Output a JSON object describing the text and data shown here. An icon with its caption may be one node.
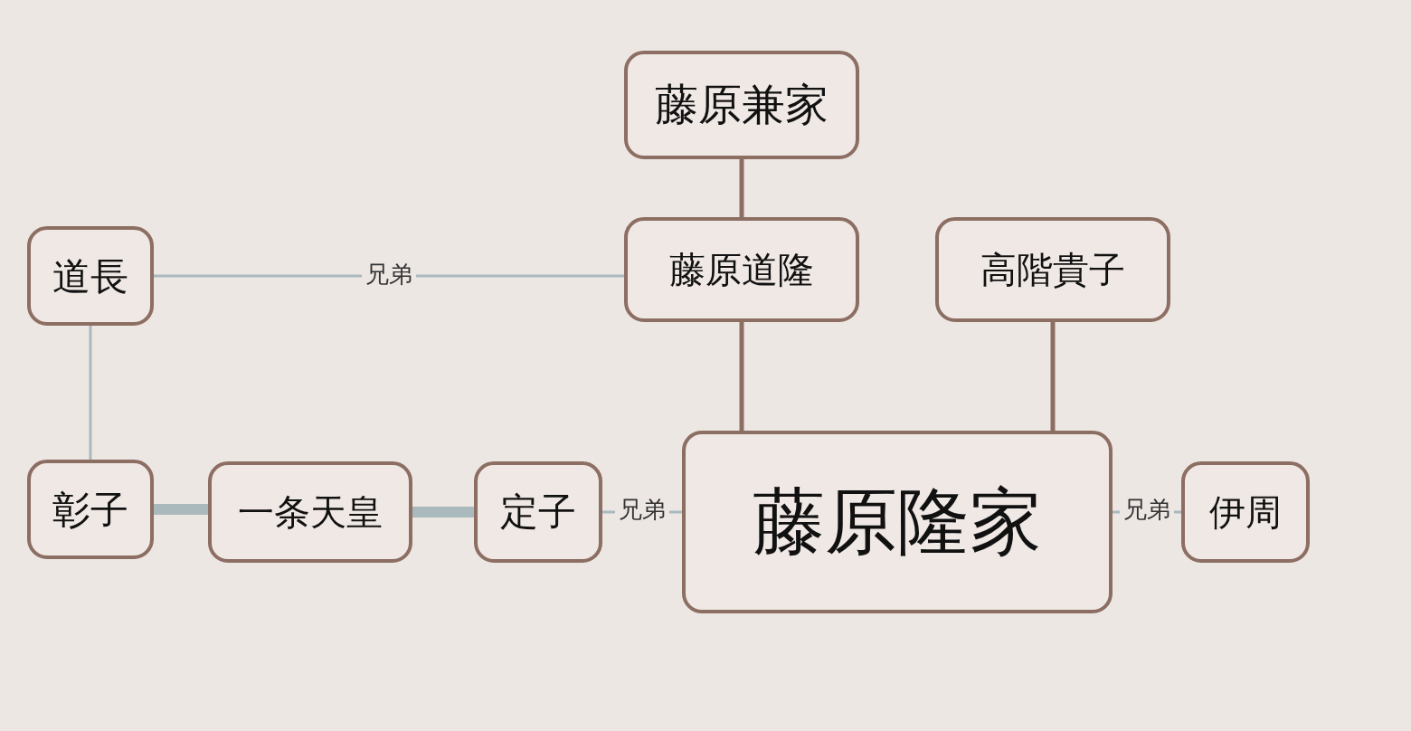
{
  "diagram": {
    "nodes": [
      {
        "text": [
          "藤原兼家"
        ]
      },
      {
        "text": [
          "道長"
        ]
      },
      {
        "text": [
          "藤原道隆"
        ]
      },
      {
        "text": [
          "高階貴子"
        ]
      },
      {
        "text": [
          "彰子"
        ]
      },
      {
        "text": [
          "一条天皇"
        ]
      },
      {
        "text": [
          "定子"
        ]
      },
      {
        "text": [
          "藤原隆家"
        ]
      },
      {
        "text": [
          "伊周"
        ]
      }
    ],
    "edges": [
      {
        "from": 0,
        "to": 2,
        "arrow": "none",
        "color": "#8d6e63"
      },
      {
        "from": 1,
        "to": 2,
        "arrow": "none",
        "label": "兄弟"
      },
      {
        "from": 1,
        "to": 4,
        "arrow": "none"
      },
      {
        "from": 4,
        "to": 5,
        "arrow": "none",
        "style": "thick"
      },
      {
        "from": 5,
        "to": 6,
        "arrow": "none",
        "style": "thick"
      },
      {
        "from": 6,
        "to": 7,
        "arrow": "none",
        "label": "兄弟"
      },
      {
        "from": 7,
        "to": 8,
        "arrow": "none",
        "label": "兄弟"
      },
      {
        "from": 2,
        "to": 7,
        "arrow": "none",
        "color": "#8d6e63"
      },
      {
        "from": 3,
        "to": 7,
        "arrow": "none",
        "color": "#8d6e63"
      }
    ]
  }
}
